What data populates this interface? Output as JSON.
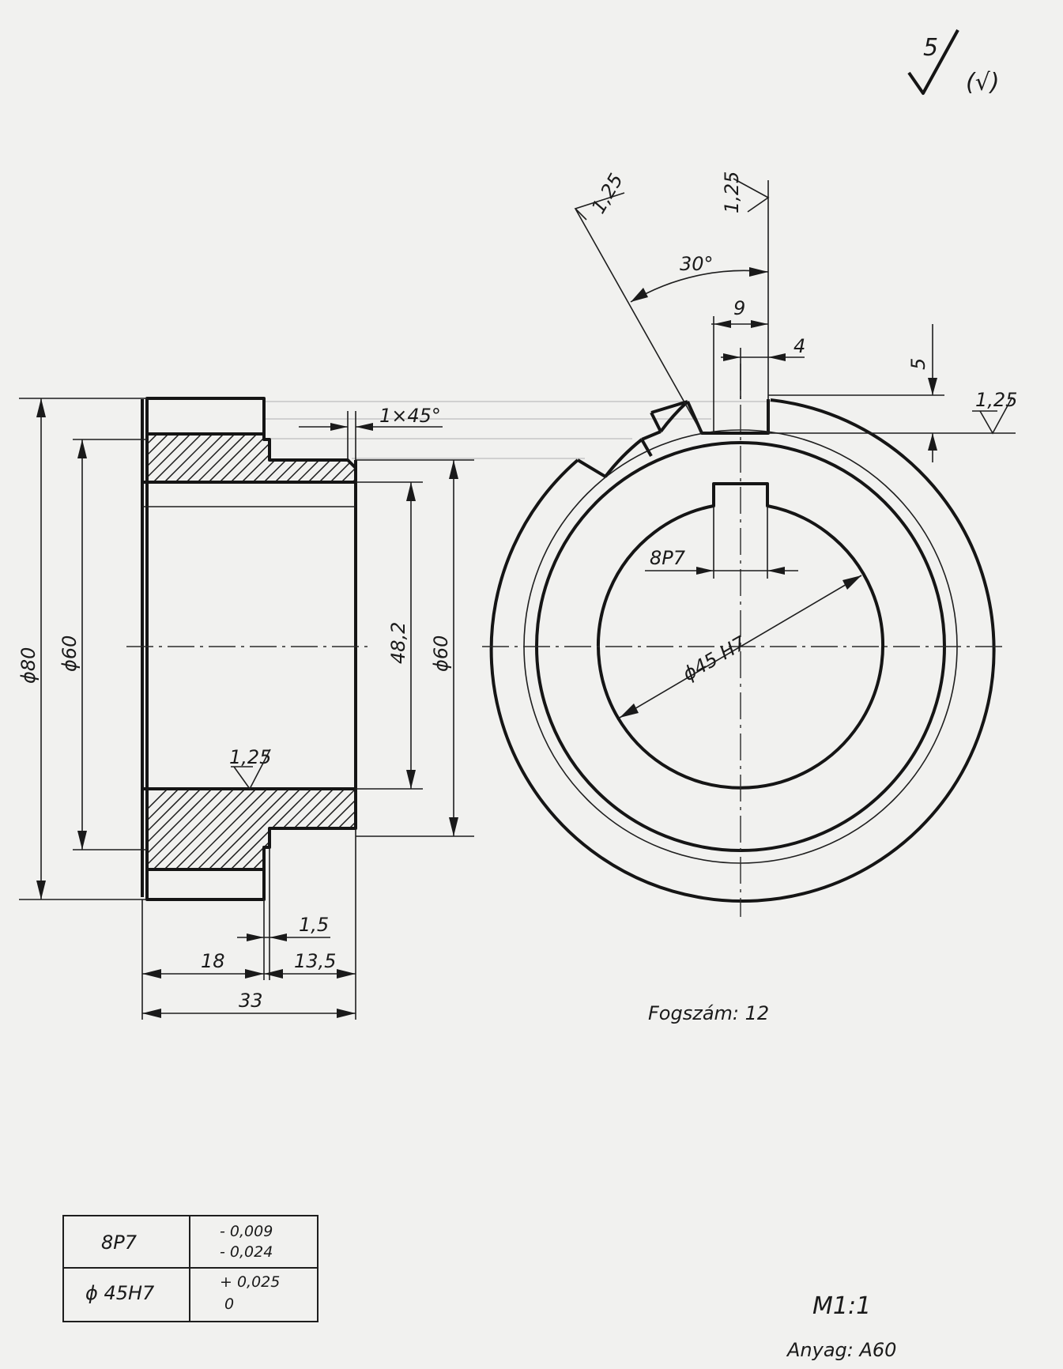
{
  "surface_symbol": {
    "main_value": "5",
    "bracket_symbol": "(√)"
  },
  "side_view": {
    "dims": {
      "outer_diameter": "ϕ80",
      "hub_diameter_left": "ϕ60",
      "hub_diameter_right": "ϕ60",
      "bore": "48,2",
      "chamfer": "1×45°",
      "roughness": "1,25",
      "step_width": "1,5",
      "toothed_width": "18",
      "hub_width": "13,5",
      "total_width": "33"
    }
  },
  "front_view": {
    "dims": {
      "angle": "30°",
      "tooth_width": "9",
      "tooth_tip": "4",
      "tooth_height": "5",
      "roughness_flank": "1,25",
      "roughness_tip": "1,25",
      "roughness_root": "1,25",
      "keyway": "8P7",
      "bore": "ϕ45 H7"
    },
    "tooth_count_label": "Fogszám: 12"
  },
  "tolerance_table": {
    "rows": [
      {
        "fit": "8P7",
        "upper": "- 0,009",
        "lower": "- 0,024"
      },
      {
        "fit": "ϕ 45H7",
        "upper": "+ 0,025",
        "lower": "0"
      }
    ]
  },
  "scale": "M1:1",
  "material": "Anyag: A60"
}
